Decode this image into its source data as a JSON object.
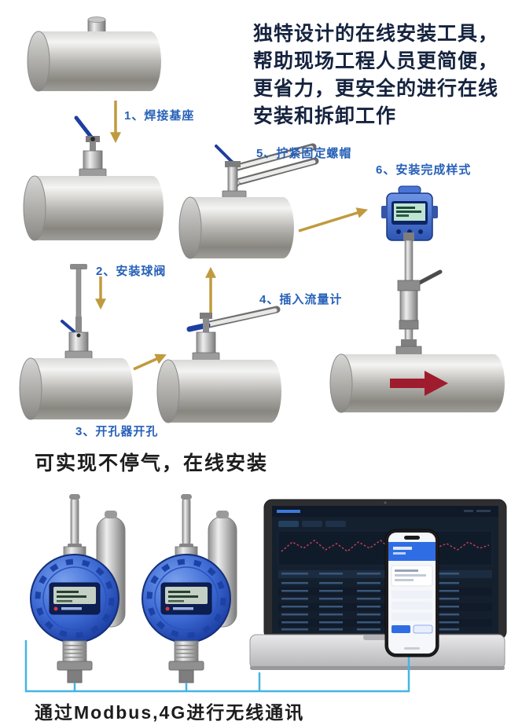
{
  "intro": {
    "text": "独特设计的在线安装工具， 帮助现场工程人员更简便， 更省力，更安全的进行在线安装和拆卸工作"
  },
  "steps": [
    {
      "label": "1、焊接基座"
    },
    {
      "label": "2、安装球阀"
    },
    {
      "label": "3、开孔器开孔"
    },
    {
      "label": "4、插入流量计"
    },
    {
      "label": "5、拧紧固定螺帽"
    },
    {
      "label": "6、安装完成样式"
    }
  ],
  "captions": {
    "online_install": "可实现不停气，在线安装",
    "communication": "通过Modbus,4G进行无线通讯"
  },
  "colors": {
    "step_label_blue": "#2660b8",
    "intro_text": "#15233f",
    "arrow_gold": "#c19a3f",
    "flow_arrow_red": "#9e1c2e",
    "detector_blue": "#2a52c0",
    "valve_handle_blue": "#1e3f9f",
    "connection_line_blue": "#46b4e4",
    "pipe_gray": "#b9b7b3"
  }
}
